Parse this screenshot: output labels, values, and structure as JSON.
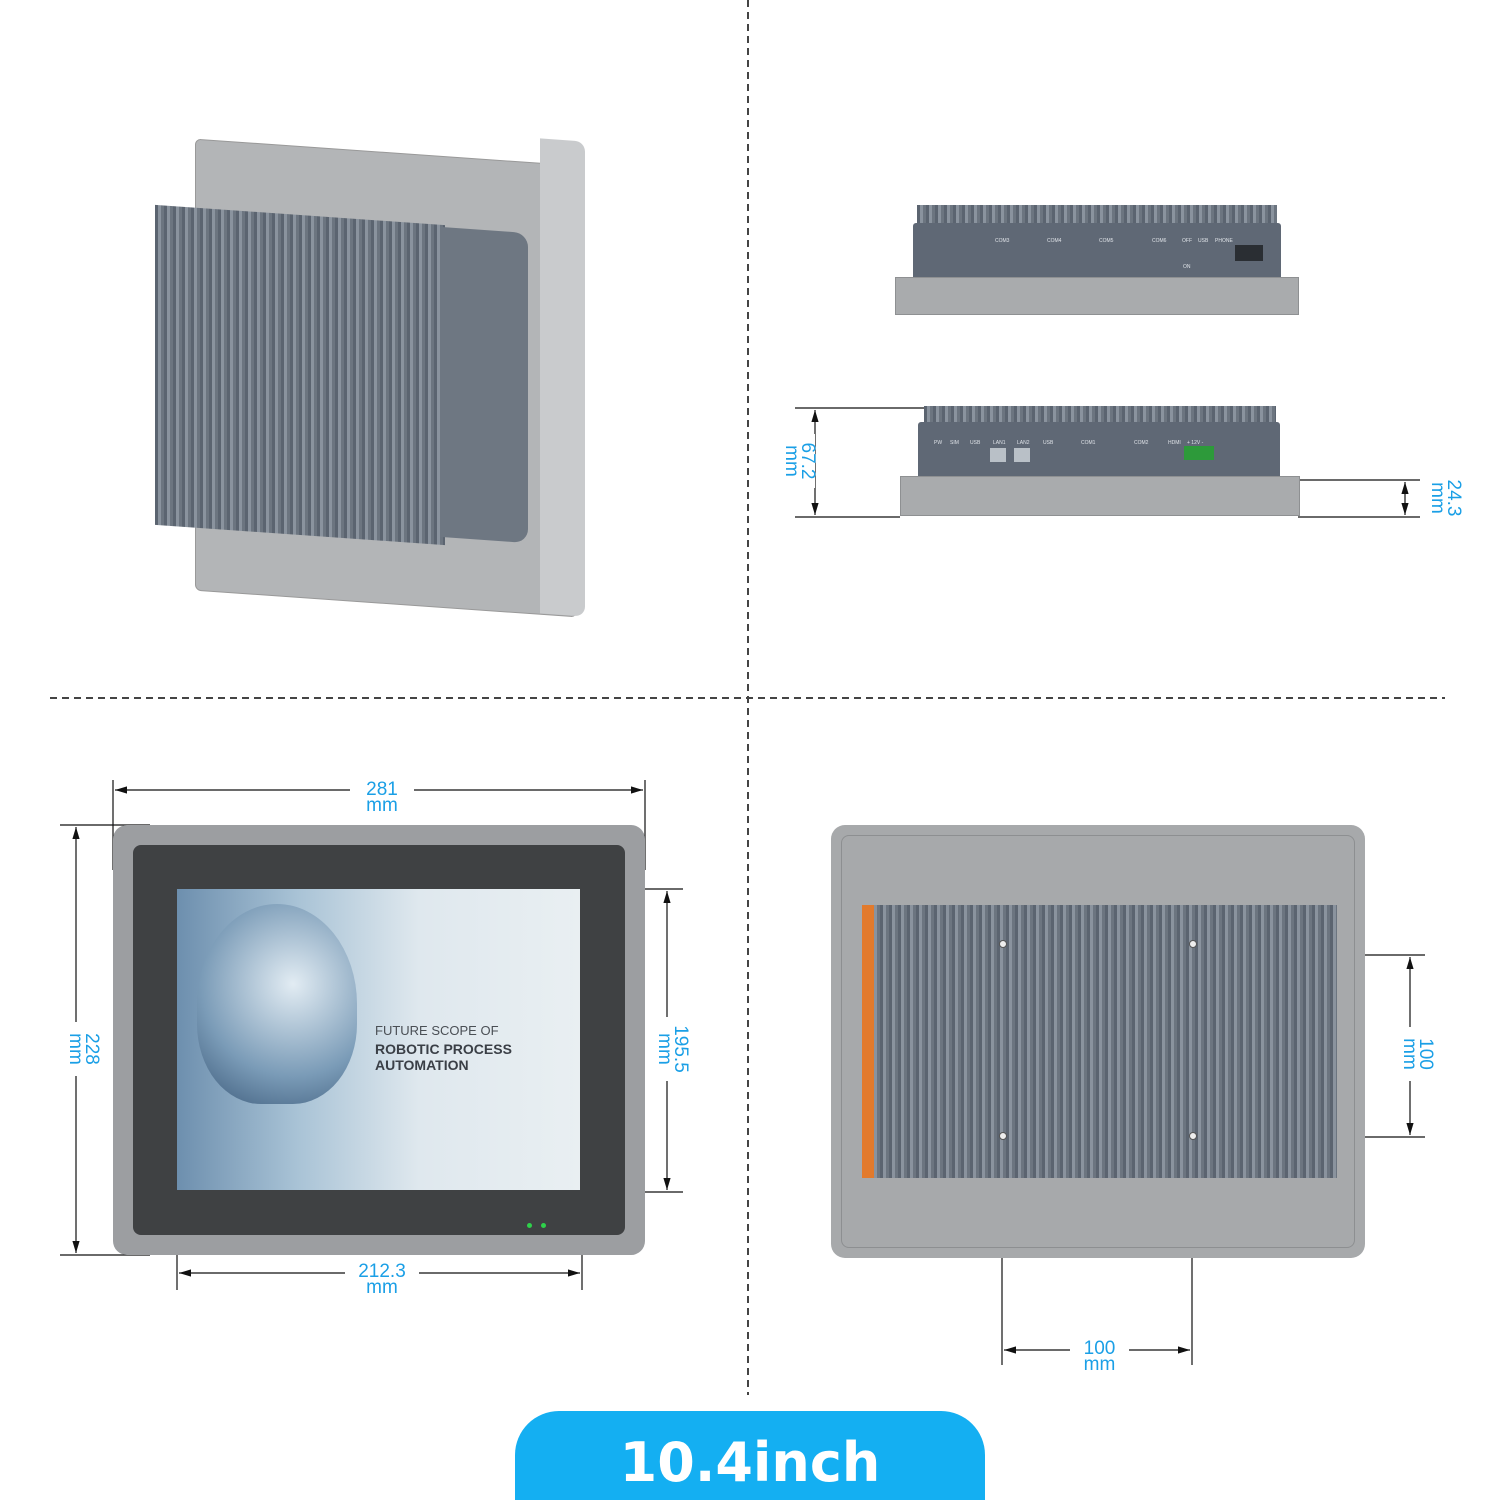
{
  "title": "10.4inch",
  "colors": {
    "accent": "#14aff2",
    "dimension": "#1a9fe6",
    "housing": "#a9abad",
    "heatsink": "#6c7580"
  },
  "side_view_top": {
    "ports": [
      "COM3",
      "COM4",
      "COM5",
      "COM6",
      "OFF",
      "ON",
      "USB",
      "PHONE"
    ]
  },
  "side_view_bottom": {
    "ports": [
      "PW",
      "SIM",
      "USB",
      "LAN1",
      "LAN2",
      "USB",
      "COM1",
      "COM2",
      "HDMI",
      "+ 12V -"
    ]
  },
  "dimensions": {
    "total_depth": {
      "value": "67.2",
      "unit": "mm"
    },
    "panel_depth": {
      "value": "24.3",
      "unit": "mm"
    },
    "width": {
      "value": "281",
      "unit": "mm"
    },
    "height": {
      "value": "228",
      "unit": "mm"
    },
    "screen_height": {
      "value": "195.5",
      "unit": "mm"
    },
    "screen_width": {
      "value": "212.3",
      "unit": "mm"
    },
    "vesa_vertical": {
      "value": "100",
      "unit": "mm"
    },
    "vesa_horizontal": {
      "value": "100",
      "unit": "mm"
    }
  },
  "screen": {
    "line1": "FUTURE SCOPE OF",
    "line2": "ROBOTIC PROCESS AUTOMATION"
  }
}
